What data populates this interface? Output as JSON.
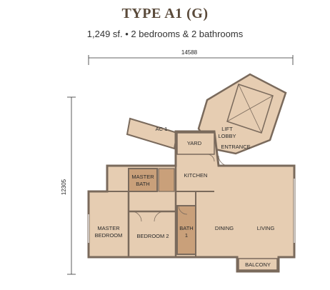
{
  "header": {
    "title": "TYPE A1 (G)",
    "subtitle": "1,249 sf. • 2 bedrooms & 2 bathrooms"
  },
  "dimensions": {
    "width": "14588",
    "height": "12305"
  },
  "rooms": {
    "ac": "AC 1",
    "yard": "YARD",
    "lift_lobby_1": "LIFT",
    "lift_lobby_2": "LOBBY",
    "entrance": "ENTRANCE",
    "kitchen": "KITCHEN",
    "master_bath_1": "MASTER",
    "master_bath_2": "BATH",
    "master_bedroom_1": "MASTER",
    "master_bedroom_2": "BEDROOM",
    "bedroom2": "BEDROOM 2",
    "bath1_1": "BATH",
    "bath1_2": "1",
    "dining": "DINING",
    "living": "LIVING",
    "balcony": "BALCONY"
  },
  "colors": {
    "floor": "#e6cdb2",
    "wall": "#7a6a5c",
    "wet_area": "#c9a07a",
    "title": "#5a4a3a"
  }
}
